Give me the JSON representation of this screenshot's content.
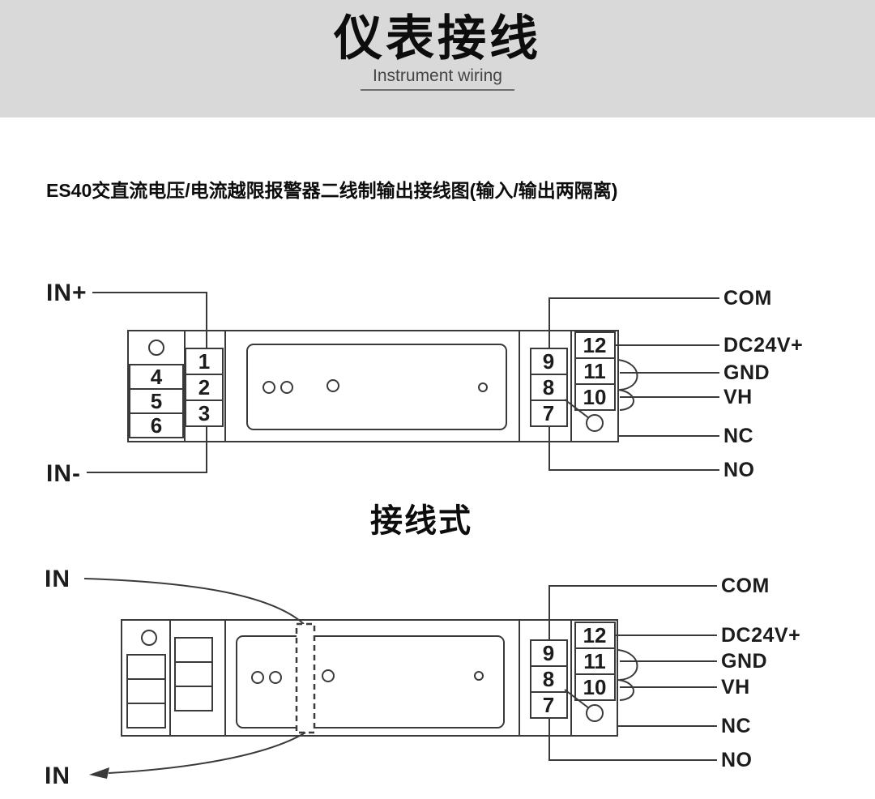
{
  "header": {
    "title": "仪表接线",
    "subtitle": "Instrument wiring"
  },
  "section_title": "ES40交直流电压/电流越限报警器二线制输出接线图(输入/输出两隔离)",
  "diagram1": {
    "input_positive": "IN+",
    "input_negative": "IN-",
    "input_terminals": [
      "1",
      "2",
      "3"
    ],
    "left_terminals": [
      "4",
      "5",
      "6"
    ],
    "relay_terminals": [
      "9",
      "8",
      "7"
    ],
    "power_terminals": [
      "12",
      "11",
      "10"
    ],
    "output_labels": [
      "COM",
      "DC24V+",
      "GND",
      "VH",
      "NC",
      "NO"
    ]
  },
  "middle_title": "接线式",
  "diagram2": {
    "input_top": "IN",
    "input_bottom": "IN",
    "relay_terminals": [
      "9",
      "8",
      "7"
    ],
    "power_terminals": [
      "12",
      "11",
      "10"
    ],
    "output_labels": [
      "COM",
      "DC24V+",
      "GND",
      "VH",
      "NC",
      "NO"
    ]
  }
}
